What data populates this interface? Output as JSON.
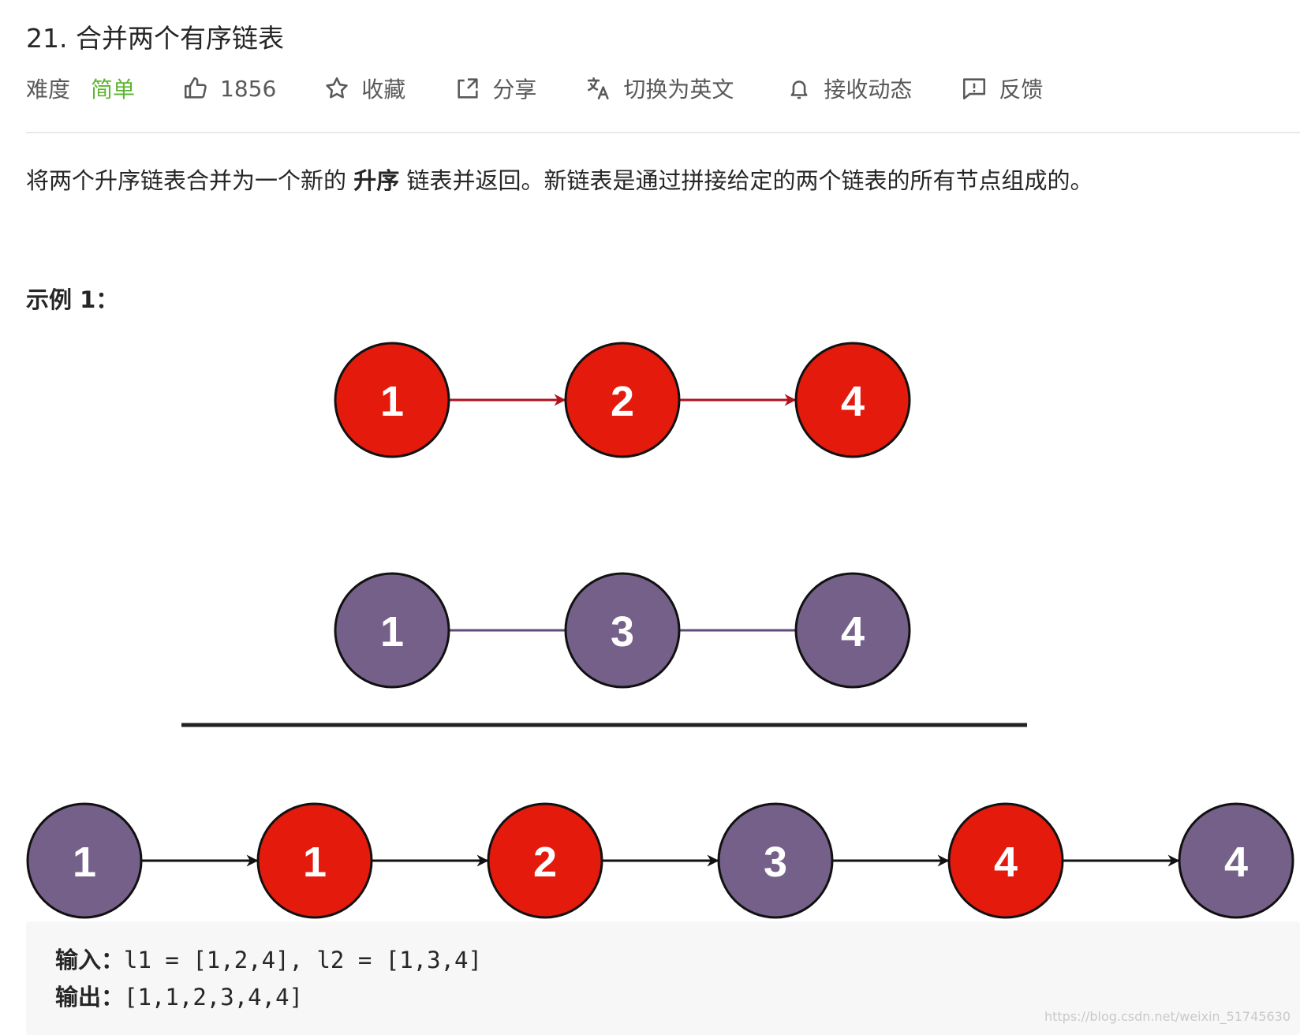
{
  "problem": {
    "title": "21. 合并两个有序链表",
    "description_before": "将两个升序链表合并为一个新的 ",
    "description_bold": "升序",
    "description_after": " 链表并返回。新链表是通过拼接给定的两个链表的所有节点组成的。"
  },
  "toolbar": {
    "difficulty_label": "难度",
    "difficulty_value": "简单",
    "like_count": "1856",
    "favorite_label": "收藏",
    "share_label": "分享",
    "translate_label": "切换为英文",
    "subscribe_label": "接收动态",
    "feedback_label": "反馈"
  },
  "colors": {
    "difficulty_easy": "#5cb531",
    "node_red": "#e31a0c",
    "node_purple": "#75608a",
    "arrow_red": "#b0121e",
    "arrow_purple": "#5d4b78"
  },
  "example": {
    "heading": "示例 1：",
    "list1": [
      1,
      2,
      4
    ],
    "list2": [
      1,
      3,
      4
    ],
    "merged": [
      {
        "value": 1,
        "source": "list2"
      },
      {
        "value": 1,
        "source": "list1"
      },
      {
        "value": 2,
        "source": "list1"
      },
      {
        "value": 3,
        "source": "list2"
      },
      {
        "value": 4,
        "source": "list1"
      },
      {
        "value": 4,
        "source": "list2"
      }
    ],
    "input_label": "输入：",
    "input_value": "l1 = [1,2,4], l2 = [1,3,4]",
    "output_label": "输出：",
    "output_value": "[1,1,2,3,4,4]"
  },
  "watermark": "https://blog.csdn.net/weixin_51745630"
}
